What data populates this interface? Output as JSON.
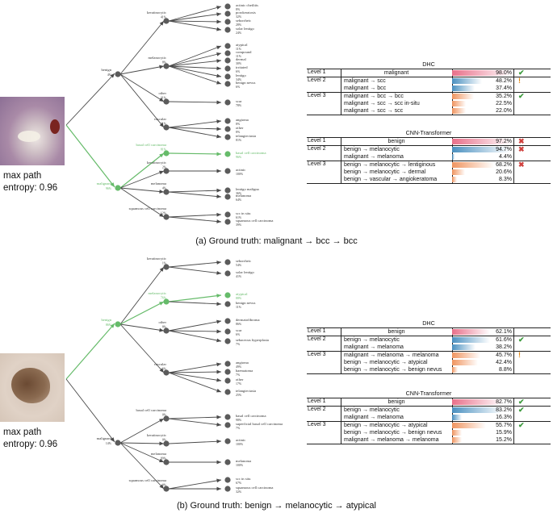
{
  "colors": {
    "edge": "#4a4a4a",
    "node": "#5b5b5b",
    "path_highlight": "#66bb6a",
    "check": "#3d9a3d",
    "cross": "#d0413e",
    "warn": "#e28a1a",
    "bar_level1": "#e8708a",
    "bar_level2": "#4a90c0",
    "bar_level3": "#f09560"
  },
  "panels": [
    {
      "entropy_label": "max path",
      "entropy_value": "entropy: 0.96",
      "caption": "(a) Ground truth: malignant → bcc → bcc",
      "tree": {
        "level1": [
          {
            "label": "benign",
            "pct": "4%",
            "hl": false
          },
          {
            "label": "malignant",
            "pct": "96%",
            "hl": true
          }
        ],
        "level2": [
          {
            "label": "keratinocytic",
            "pct": "41%",
            "parent": 0,
            "hl": false
          },
          {
            "label": "melanocytic",
            "pct": "8%",
            "parent": 0,
            "hl": false
          },
          {
            "label": "other",
            "pct": "31%",
            "parent": 0,
            "hl": false
          },
          {
            "label": "vascular",
            "pct": "21%",
            "parent": 0,
            "hl": false
          },
          {
            "label": "basal cell carcinoma",
            "pct": "81%",
            "parent": 1,
            "hl": true
          },
          {
            "label": "keratinocytic",
            "pct": "2%",
            "parent": 1,
            "hl": false
          },
          {
            "label": "melanoma",
            "pct": "4%",
            "parent": 1,
            "hl": false
          },
          {
            "label": "squamous cell carcinoma",
            "pct": "12%",
            "parent": 1,
            "hl": false
          }
        ],
        "level3": [
          {
            "label": "actinic cheilitis",
            "pct": "8%",
            "parent": 0,
            "hl": false
          },
          {
            "label": "porokeratosis",
            "pct": "32%",
            "parent": 0,
            "hl": false
          },
          {
            "label": "seborrheic",
            "pct": "28%",
            "parent": 0,
            "hl": false
          },
          {
            "label": "solar lentigo",
            "pct": "24%",
            "parent": 0,
            "hl": false
          },
          {
            "label": "atypical",
            "pct": "11%",
            "parent": 1,
            "hl": false
          },
          {
            "label": "compound",
            "pct": "11%",
            "parent": 1,
            "hl": false
          },
          {
            "label": "dermal",
            "pct": "30%",
            "parent": 1,
            "hl": false
          },
          {
            "label": "irritated",
            "pct": "6%",
            "parent": 1,
            "hl": false
          },
          {
            "label": "lentigo",
            "pct": "34%",
            "parent": 1,
            "hl": false
          },
          {
            "label": "benign nevus",
            "pct": "6%",
            "parent": 1,
            "hl": false
          },
          {
            "label": "scar",
            "pct": "78%",
            "parent": 2,
            "hl": false
          },
          {
            "label": "angioma",
            "pct": "8%",
            "parent": 3,
            "hl": false
          },
          {
            "label": "other",
            "pct": "8%",
            "parent": 3,
            "hl": false
          },
          {
            "label": "telangiectasia",
            "pct": "81%",
            "parent": 3,
            "hl": false
          },
          {
            "label": "basal cell carcinoma",
            "pct": "96%",
            "parent": 4,
            "hl": true
          },
          {
            "label": "actinic",
            "pct": "100%",
            "parent": 5,
            "hl": false
          },
          {
            "label": "lentigo maligna",
            "pct": "36%",
            "parent": 6,
            "hl": false
          },
          {
            "label": "melanoma",
            "pct": "64%",
            "parent": 6,
            "hl": false
          },
          {
            "label": "scc in situ",
            "pct": "61%",
            "parent": 7,
            "hl": false
          },
          {
            "label": "squamous cell carcinoma",
            "pct": "39%",
            "parent": 7,
            "hl": false
          }
        ]
      },
      "tables": [
        {
          "title": "DHC",
          "levels": [
            {
              "label": "Level 1",
              "mark": "check",
              "rows": [
                {
                  "path": "malignant",
                  "pct": "98.0%",
                  "value": 98.0
                }
              ]
            },
            {
              "label": "Level 2",
              "mark": "warn",
              "rows": [
                {
                  "path": "malignant → scc",
                  "pct": "48.2%",
                  "value": 48.2
                },
                {
                  "path": "malignant → bcc",
                  "pct": "37.4%",
                  "value": 37.4
                }
              ]
            },
            {
              "label": "Level 3",
              "mark": "check",
              "rows": [
                {
                  "path": "malignant → bcc → bcc",
                  "pct": "35.2%",
                  "value": 35.2
                },
                {
                  "path": "malignant → scc → scc in-situ",
                  "pct": "22.5%",
                  "value": 22.5
                },
                {
                  "path": "malignant → scc → scc",
                  "pct": "22.0%",
                  "value": 22.0
                }
              ]
            }
          ]
        },
        {
          "title": "CNN-Transformer",
          "levels": [
            {
              "label": "Level 1",
              "mark": "cross",
              "rows": [
                {
                  "path": "benign",
                  "pct": "97.2%",
                  "value": 97.2
                }
              ]
            },
            {
              "label": "Level 2",
              "mark": "cross",
              "rows": [
                {
                  "path": "benign → melanocytic",
                  "pct": "94.7%",
                  "value": 94.7
                },
                {
                  "path": "malignant → melanoma",
                  "pct": "4.4%",
                  "value": 4.4
                }
              ]
            },
            {
              "label": "Level 3",
              "mark": "cross",
              "rows": [
                {
                  "path": "benign → melanocytic → lentiginous",
                  "pct": "68.2%",
                  "value": 68.2
                },
                {
                  "path": "benign → melanocytic → dermal",
                  "pct": "20.6%",
                  "value": 20.6
                },
                {
                  "path": "benign → vascular → angiokeratoma",
                  "pct": "8.3%",
                  "value": 8.3
                }
              ]
            }
          ]
        }
      ]
    },
    {
      "entropy_label": "max path",
      "entropy_value": "entropy: 0.96",
      "caption": "(b) Ground truth: benign → melanocytic → atypical",
      "tree": {
        "level1": [
          {
            "label": "benign",
            "pct": "86%",
            "hl": true
          },
          {
            "label": "malignant",
            "pct": "14%",
            "hl": false
          }
        ],
        "level2": [
          {
            "label": "keratinocytic",
            "pct": "1%",
            "parent": 0,
            "hl": false
          },
          {
            "label": "melanocytic",
            "pct": "76%",
            "parent": 0,
            "hl": true
          },
          {
            "label": "other",
            "pct": "8%",
            "parent": 0,
            "hl": false
          },
          {
            "label": "vascular",
            "pct": "6%",
            "parent": 0,
            "hl": false
          },
          {
            "label": "basal cell carcinoma",
            "pct": "0%",
            "parent": 1,
            "hl": false
          },
          {
            "label": "keratinocytic",
            "pct": "0%",
            "parent": 1,
            "hl": false
          },
          {
            "label": "melanoma",
            "pct": "99%",
            "parent": 1,
            "hl": false
          },
          {
            "label": "squamous cell carcinoma",
            "pct": "0%",
            "parent": 1,
            "hl": false
          }
        ],
        "level3": [
          {
            "label": "seborrheic",
            "pct": "54%",
            "parent": 0,
            "hl": false
          },
          {
            "label": "solar lentigo",
            "pct": "41%",
            "parent": 0,
            "hl": false
          },
          {
            "label": "atypical",
            "pct": "88%",
            "parent": 1,
            "hl": true
          },
          {
            "label": "benign nevus",
            "pct": "11%",
            "parent": 1,
            "hl": false
          },
          {
            "label": "dermatofibroma",
            "pct": "86%",
            "parent": 2,
            "hl": false
          },
          {
            "label": "scar",
            "pct": "6%",
            "parent": 2,
            "hl": false
          },
          {
            "label": "sebaceous hyperplasia",
            "pct": "7%",
            "parent": 2,
            "hl": false
          },
          {
            "label": "angioma",
            "pct": "49%",
            "parent": 3,
            "hl": false
          },
          {
            "label": "haematoma",
            "pct": "7%",
            "parent": 3,
            "hl": false
          },
          {
            "label": "other",
            "pct": "17%",
            "parent": 3,
            "hl": false
          },
          {
            "label": "telangiectasia",
            "pct": "25%",
            "parent": 3,
            "hl": false
          },
          {
            "label": "basal cell carcinoma",
            "pct": "98%",
            "parent": 4,
            "hl": false
          },
          {
            "label": "superficial basal cell carcinoma",
            "pct": "7%",
            "parent": 4,
            "hl": false
          },
          {
            "label": "actinic",
            "pct": "100%",
            "parent": 5,
            "hl": false
          },
          {
            "label": "melanoma",
            "pct": "100%",
            "parent": 6,
            "hl": false
          },
          {
            "label": "scc in situ",
            "pct": "67%",
            "parent": 7,
            "hl": false
          },
          {
            "label": "squamous cell carcinoma",
            "pct": "32%",
            "parent": 7,
            "hl": false
          }
        ]
      },
      "tables": [
        {
          "title": "DHC",
          "levels": [
            {
              "label": "Level 1",
              "mark": "none",
              "rows": [
                {
                  "path": "benign",
                  "pct": "62.1%",
                  "value": 62.1
                }
              ]
            },
            {
              "label": "Level 2",
              "mark": "check",
              "rows": [
                {
                  "path": "benign → melanocytic",
                  "pct": "61.6%",
                  "value": 61.6
                },
                {
                  "path": "malignant → melanoma",
                  "pct": "38.2%",
                  "value": 38.2
                }
              ]
            },
            {
              "label": "Level 3",
              "mark": "warn",
              "rows": [
                {
                  "path": "malignant → melanoma → melanoma",
                  "pct": "45.7%",
                  "value": 45.7
                },
                {
                  "path": "benign → melanocytic → atypical",
                  "pct": "42.4%",
                  "value": 42.4
                },
                {
                  "path": "benign → melanocytic → benign nevus",
                  "pct": "8.8%",
                  "value": 8.8
                }
              ]
            }
          ]
        },
        {
          "title": "CNN-Transformer",
          "levels": [
            {
              "label": "Level 1",
              "mark": "check",
              "rows": [
                {
                  "path": "benign",
                  "pct": "82.7%",
                  "value": 82.7
                }
              ]
            },
            {
              "label": "Level 2",
              "mark": "check",
              "rows": [
                {
                  "path": "benign → melanocytic",
                  "pct": "83.2%",
                  "value": 83.2
                },
                {
                  "path": "malignant → melanoma",
                  "pct": "16.3%",
                  "value": 16.3
                }
              ]
            },
            {
              "label": "Level 3",
              "mark": "check",
              "rows": [
                {
                  "path": "benign → melanocytic → atypical",
                  "pct": "55.7%",
                  "value": 55.7
                },
                {
                  "path": "benign → melanocytic → benign nevus",
                  "pct": "15.9%",
                  "value": 15.9
                },
                {
                  "path": "malignant → melanoma → melanoma",
                  "pct": "15.2%",
                  "value": 15.2
                }
              ]
            }
          ]
        }
      ]
    }
  ]
}
